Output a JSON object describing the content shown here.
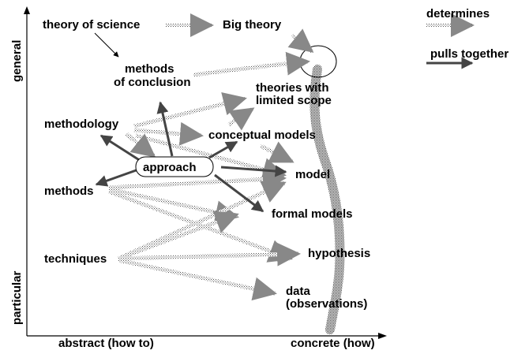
{
  "axes": {
    "y_top": "general",
    "y_bottom": "particular",
    "x_left": "abstract (how to)",
    "x_right": "concrete (how)"
  },
  "legend": {
    "determines": "determines",
    "pulls_together": "pulls together"
  },
  "nodes": {
    "theory_of_science": "theory of science",
    "big_theory": "Big theory",
    "methods_of_conclusion_1": "methods",
    "methods_of_conclusion_2": "of conclusion",
    "theories_limited_1": "theories with",
    "theories_limited_2": "limited scope",
    "methodology": "methodology",
    "conceptual_models": "conceptual models",
    "approach": "approach",
    "model": "model",
    "methods": "methods",
    "formal_models": "formal models",
    "techniques": "techniques",
    "hypothesis": "hypothesis",
    "data_1": "data",
    "data_2": "(observations)"
  }
}
